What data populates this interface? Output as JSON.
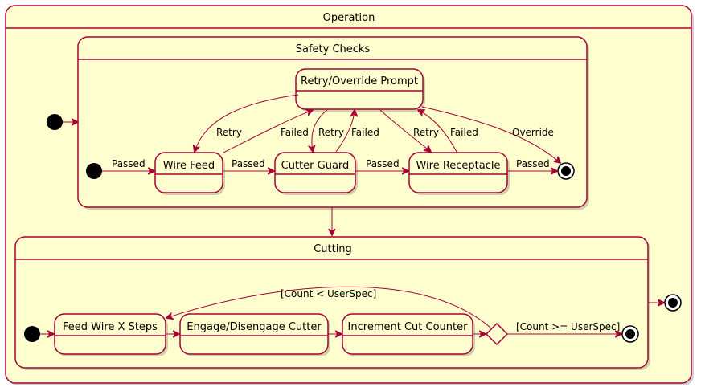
{
  "diagram": {
    "type": "state-diagram",
    "colors": {
      "fill": "#FEFECE",
      "stroke": "#A80036",
      "node": "#000000"
    },
    "operation": {
      "title": "Operation"
    },
    "safety_checks": {
      "title": "Safety Checks",
      "states": {
        "retry_override": "Retry/Override Prompt",
        "wire_feed": "Wire Feed",
        "cutter_guard": "Cutter Guard",
        "wire_receptacle": "Wire Receptacle"
      },
      "labels": {
        "start_to_wire_feed": "Passed",
        "wire_feed_to_cutter_guard": "Passed",
        "cutter_guard_to_wire_receptacle": "Passed",
        "wire_receptacle_to_end": "Passed",
        "retry_wire_feed": "Retry",
        "failed_wire_feed": "Failed",
        "retry_cutter_guard": "Retry",
        "failed_cutter_guard": "Failed",
        "retry_wire_receptacle": "Retry",
        "failed_wire_receptacle": "Failed",
        "override": "Override"
      }
    },
    "cutting": {
      "title": "Cutting",
      "states": {
        "feed_wire": "Feed Wire X Steps",
        "engage": "Engage/Disengage Cutter",
        "increment": "Increment Cut Counter"
      },
      "labels": {
        "loop": "[Count < UserSpec]",
        "done": "[Count >= UserSpec]"
      }
    }
  }
}
